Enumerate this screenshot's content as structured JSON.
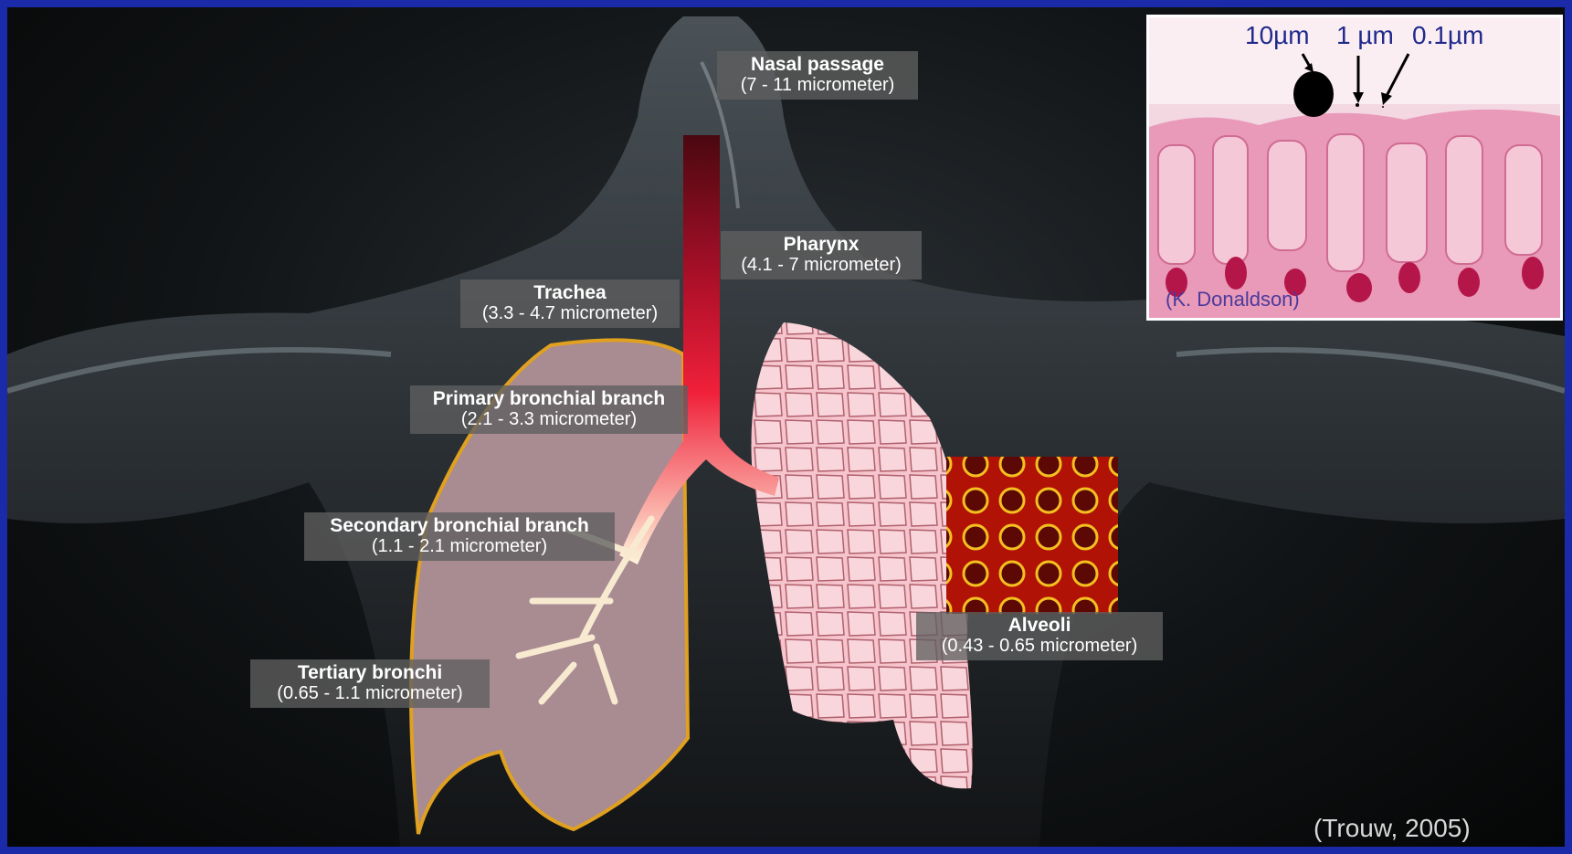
{
  "labels": {
    "nasal": {
      "name": "Nasal passage",
      "range": "(7 - 11 micrometer)"
    },
    "pharynx": {
      "name": "Pharynx",
      "range": "(4.1 - 7 micrometer)"
    },
    "trachea": {
      "name": "Trachea",
      "range": "(3.3 - 4.7 micrometer)"
    },
    "primary": {
      "name": "Primary bronchial branch",
      "range": "(2.1 - 3.3 micrometer)"
    },
    "secondary": {
      "name": "Secondary bronchial branch",
      "range": "(1.1 - 2.1 micrometer)"
    },
    "tertiary": {
      "name": "Tertiary bronchi",
      "range": "(0.65 - 1.1 micrometer)"
    },
    "alveoli": {
      "name": "Alveoli",
      "range": "(0.43 - 0.65 micrometer)"
    }
  },
  "inset": {
    "size_10": "10µm",
    "size_1": "1 µm",
    "size_01": "0.1µm",
    "credit": "(K. Donaldson)"
  },
  "credit": "(Trouw, 2005)",
  "colors": {
    "border": "#1b2aa8",
    "label_bg": "#5f5f5f",
    "airway_top": "#5a0a12",
    "airway_mid": "#e0102c",
    "airway_bottom": "#fff2d6",
    "lung_left": "#a98b92",
    "lung_outline": "#e0a020",
    "lung_right": "#f2b7c0",
    "alveoli_patch": "#c41a08"
  }
}
